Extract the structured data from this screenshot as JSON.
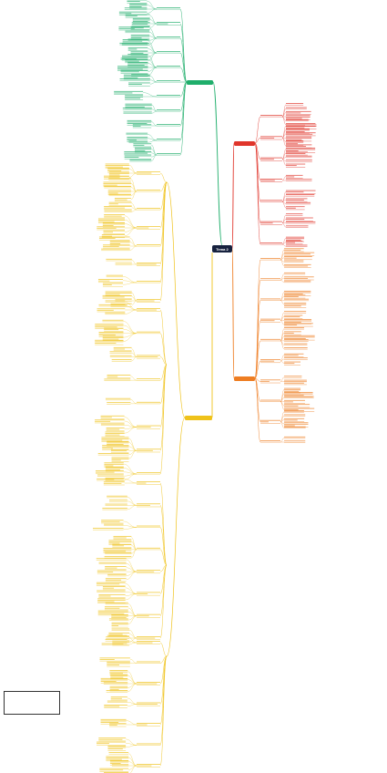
{
  "root": {
    "label": "Tema 2"
  },
  "branches": [
    {
      "key": "green",
      "label": "",
      "color": "#1fae6b",
      "text_color": "#1a9b5e"
    },
    {
      "key": "red",
      "label": "",
      "color": "#e0352b",
      "text_color": "#d9342b"
    },
    {
      "key": "orange",
      "label": "",
      "color": "#ee7d22",
      "text_color": "#d65f14"
    },
    {
      "key": "yellow",
      "label": "",
      "color": "#efc21a",
      "text_color": "#c79c0a"
    }
  ],
  "legend": {
    "title": "",
    "left_lines": [
      "",
      "",
      "",
      ""
    ],
    "right_lines": [
      "",
      "",
      "",
      ""
    ]
  }
}
